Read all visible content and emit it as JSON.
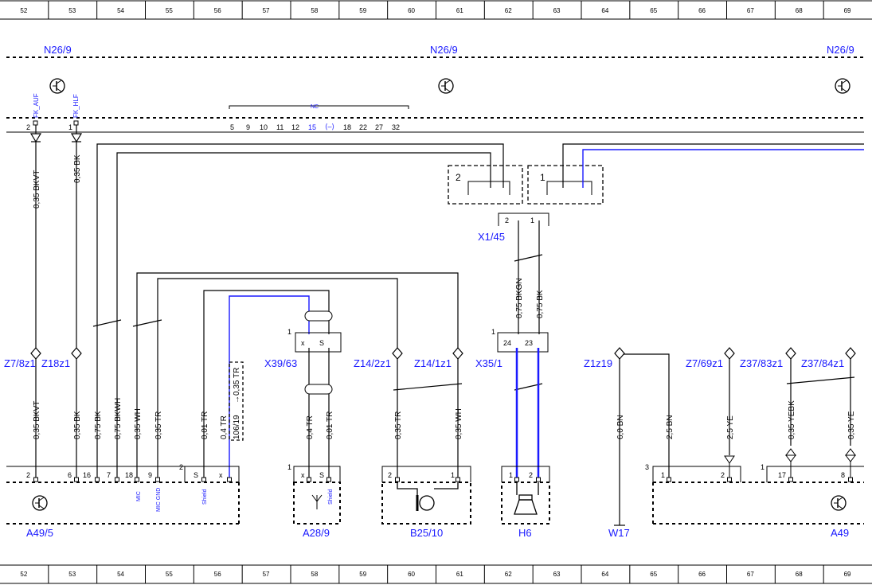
{
  "grid": {
    "numbers": [
      "52",
      "53",
      "54",
      "55",
      "56",
      "57",
      "58",
      "59",
      "60",
      "61",
      "62",
      "63",
      "64",
      "65",
      "66",
      "67",
      "68",
      "69"
    ]
  },
  "top_components": {
    "left": "N26/9",
    "center": "N26/9",
    "right": "N26/9"
  },
  "top_pins": {
    "fk_auf": "FK_AUF",
    "fk_hlf": "FK_HLF",
    "pin_2": "2",
    "pin_1": "1",
    "nc_label": "NC",
    "nc_pins": [
      "5",
      "9",
      "10",
      "11",
      "12",
      "15",
      "18",
      "22",
      "27",
      "32"
    ],
    "nc_break": "⟨–⟩"
  },
  "wires": {
    "w_035_bkvt": "0,35 BKVT",
    "w_035_bk": "0,35 BK",
    "w_075_bk": "0,75 BK",
    "w_075_bkwh": "0,75 BKWH",
    "w_035_wh": "0,35 WH",
    "w_035_tr": "0,35 TR",
    "w_001_tr": "0,01 TR",
    "w_04_tr": "0,4 TR",
    "w_10619": "106/19",
    "w_035_tr_b": "0,35 TR",
    "w_04_tr_b": "0,4 TR",
    "w_001_tr_b": "0,01 TR",
    "w_035_tr_c": "0,35 TR",
    "w_035_wh_c": "0,35 WH",
    "w_075_bkgn": "0,75 BKGN",
    "w_075_bk_r": "0,75 BK",
    "w_60_bn": "6,0 BN",
    "w_25_bn": "2,5 BN",
    "w_25_ye": "2,5 YE",
    "w_035_yebk": "0,35 YEBK",
    "w_035_ye": "0,35 YE"
  },
  "splices": {
    "z7_8z1": "Z7/8z1",
    "z18z1": "Z18z1",
    "z14_2z1": "Z14/2z1",
    "z14_1z1": "Z14/1z1",
    "z1z19": "Z1z19",
    "z7_69z1": "Z7/69z1",
    "z37_83z1": "Z37/83z1",
    "z37_84z1": "Z37/84z1"
  },
  "connectors": {
    "x1_45": "X1/45",
    "x39_63": "X39/63",
    "x35_1": "X35/1",
    "box2": "2",
    "box1": "1",
    "x1_pin2": "2",
    "x1_pin1": "1",
    "x39_num": "1",
    "x39_x": "x",
    "x39_s": "S",
    "x35_num": "1",
    "x35_24": "24",
    "x35_23": "23"
  },
  "bottom_components": {
    "a49_5": "A49/5",
    "a28_9": "A28/9",
    "b25_10": "B25/10",
    "h6": "H6",
    "w17": "W17",
    "a49": "A49"
  },
  "bottom_pins": {
    "a495_pins": [
      "2",
      "6",
      "16",
      "7",
      "18",
      "9"
    ],
    "a495_2": "2",
    "a495_s": "S",
    "a495_x": "x",
    "mic": "MIC",
    "mic_gnd": "MIC GND",
    "shield": "Shield",
    "a289_num": "1",
    "a289_x": "x",
    "a289_s": "S",
    "b25_2": "2",
    "b25_1": "1",
    "h6_1": "1",
    "h6_2": "2",
    "a49_3": "3",
    "a49_1": "1",
    "a49_p1": "1",
    "a49_p2": "2",
    "a49_1b": "1",
    "a49_17": "17",
    "a49_8": "8"
  },
  "colors": {
    "wire_black": "#000000",
    "wire_blue": "#1a1aff",
    "label_blue": "#1a1aff"
  }
}
